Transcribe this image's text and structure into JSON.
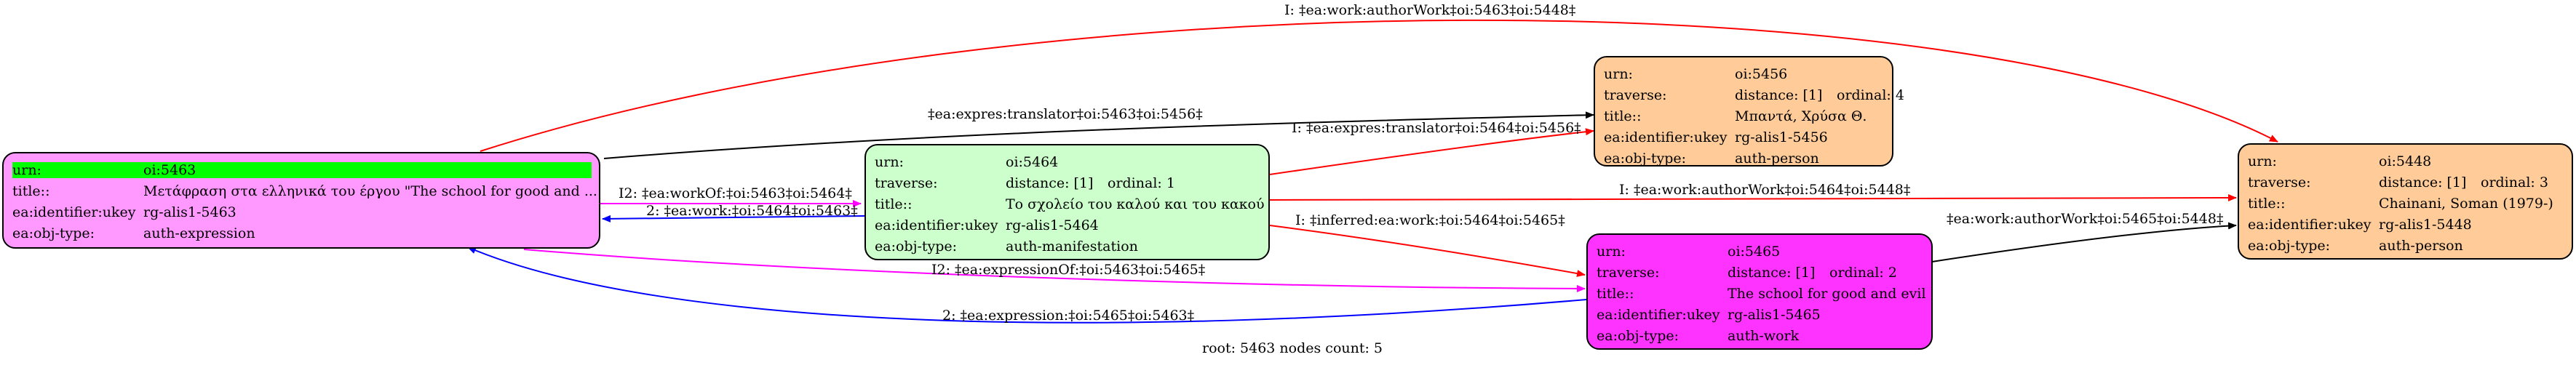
{
  "nodes": {
    "n5463": {
      "color": "#ff99ff",
      "rows": [
        {
          "key": "urn:",
          "val": "oi:5463"
        },
        {
          "key": "title::",
          "val": "Μετάφραση στα ελληνικά του έργου \"The school for good and ..."
        },
        {
          "key": "ea:identifier:ukey",
          "val": "rg-alis1-5463"
        },
        {
          "key": "ea:obj-type:",
          "val": "auth-expression"
        }
      ]
    },
    "n5464": {
      "color": "#ccffcc",
      "urn_key": "urn:",
      "urn_val": "oi:5464",
      "traverse_key": "traverse:",
      "distance": "distance: [1]",
      "ordinal": "ordinal: 1",
      "rows": [
        {
          "key": "title::",
          "val": "Το σχολείο του καλού και του κακού"
        },
        {
          "key": "ea:identifier:ukey",
          "val": "rg-alis1-5464"
        },
        {
          "key": "ea:obj-type:",
          "val": "auth-manifestation"
        }
      ]
    },
    "n5456": {
      "color": "#ffcc99",
      "urn_key": "urn:",
      "urn_val": "oi:5456",
      "traverse_key": "traverse:",
      "distance": "distance: [1]",
      "ordinal": "ordinal: 4",
      "rows": [
        {
          "key": "title::",
          "val": "Μπαντά, Χρύσα Θ."
        },
        {
          "key": "ea:identifier:ukey",
          "val": "rg-alis1-5456"
        },
        {
          "key": "ea:obj-type:",
          "val": "auth-person"
        }
      ]
    },
    "n5465": {
      "color": "#ff33ff",
      "urn_key": "urn:",
      "urn_val": "oi:5465",
      "traverse_key": "traverse:",
      "distance": "distance: [1]",
      "ordinal": "ordinal: 2",
      "rows": [
        {
          "key": "title::",
          "val": "The school for good and evil"
        },
        {
          "key": "ea:identifier:ukey",
          "val": "rg-alis1-5465"
        },
        {
          "key": "ea:obj-type:",
          "val": "auth-work"
        }
      ]
    },
    "n5448": {
      "color": "#ffcc99",
      "urn_key": "urn:",
      "urn_val": "oi:5448",
      "traverse_key": "traverse:",
      "distance": "distance: [1]",
      "ordinal": "ordinal: 3",
      "rows": [
        {
          "key": "title::",
          "val": "Chainani, Soman (1979-)"
        },
        {
          "key": "ea:identifier:ukey",
          "val": "rg-alis1-5448"
        },
        {
          "key": "ea:obj-type:",
          "val": "auth-person"
        }
      ]
    }
  },
  "edges": {
    "e1": "I: ‡ea:work:authorWork‡oi:5463‡oi:5448‡",
    "e2": "‡ea:expres:translator‡oi:5463‡oi:5456‡",
    "e3": "I: ‡ea:expres:translator‡oi:5464‡oi:5456‡",
    "e4": "I2: ‡ea:workOf:‡oi:5463‡oi:5464‡",
    "e5": "2: ‡ea:work:‡oi:5464‡oi:5463‡",
    "e6": "I: ‡ea:work:authorWork‡oi:5464‡oi:5448‡",
    "e7": "I: ‡inferred:ea:work:‡oi:5464‡oi:5465‡",
    "e8": "‡ea:work:authorWork‡oi:5465‡oi:5448‡",
    "e9": "I2: ‡ea:expressionOf:‡oi:5463‡oi:5465‡",
    "e10": "2: ‡ea:expression:‡oi:5465‡oi:5463‡"
  },
  "edge_colors": {
    "red": "#ff0000",
    "black": "#000000",
    "magenta": "#ff00ff",
    "blue": "#0000ff"
  },
  "footer": "root: 5463 nodes count: 5"
}
